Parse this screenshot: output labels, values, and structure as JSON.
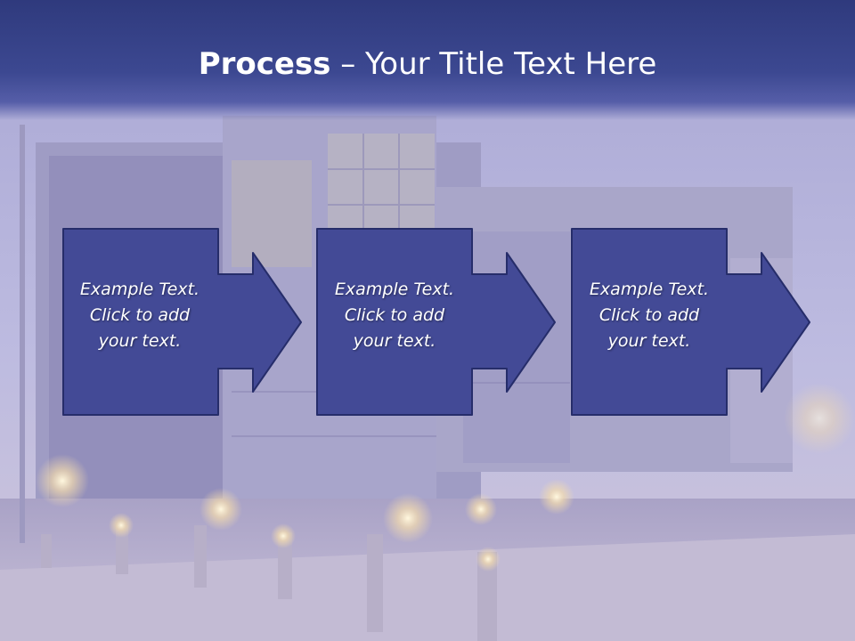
{
  "title": {
    "bold": "Process",
    "rest": " – Your Title Text Here"
  },
  "steps": [
    {
      "line1": "Example Text.",
      "line2": "Click  to add",
      "line3": "your text."
    },
    {
      "line1": "Example Text.",
      "line2": "Click  to add",
      "line3": "your text."
    },
    {
      "line1": "Example Text.",
      "line2": "Click  to add",
      "line3": "your text."
    }
  ],
  "colors": {
    "box_fill": "#434a96",
    "box_border": "#262d6a",
    "header": "#36418a"
  }
}
